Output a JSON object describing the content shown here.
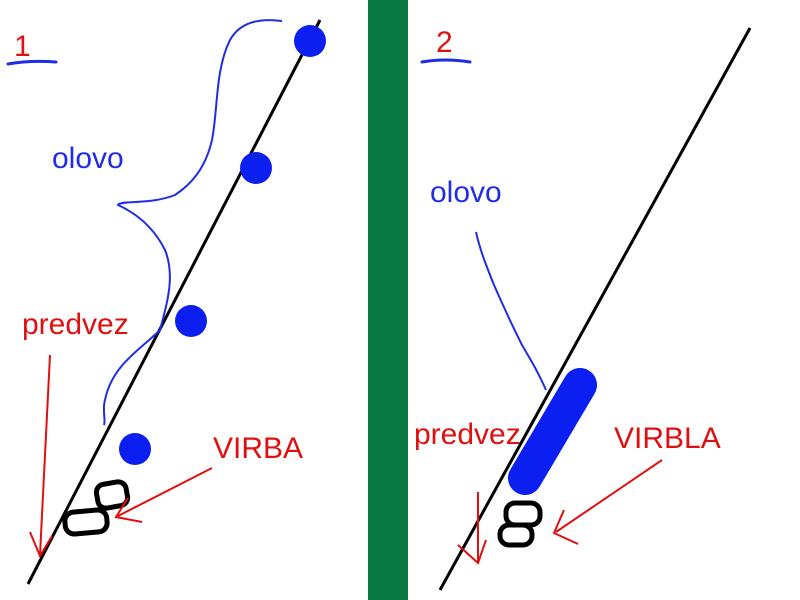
{
  "panels": [
    {
      "number": "1",
      "lead_label": "olovo",
      "leader_label": "predvez",
      "swivel_label": "VIRBA"
    },
    {
      "number": "2",
      "lead_label": "olovo",
      "leader_label": "predvez",
      "swivel_label": "VIRBLA"
    }
  ],
  "colors": {
    "line": "#000000",
    "lead": "#0a1ff0",
    "annotation_blue": "#1f2ee6",
    "annotation_red": "#e01010",
    "divider": "#0a7a45"
  }
}
